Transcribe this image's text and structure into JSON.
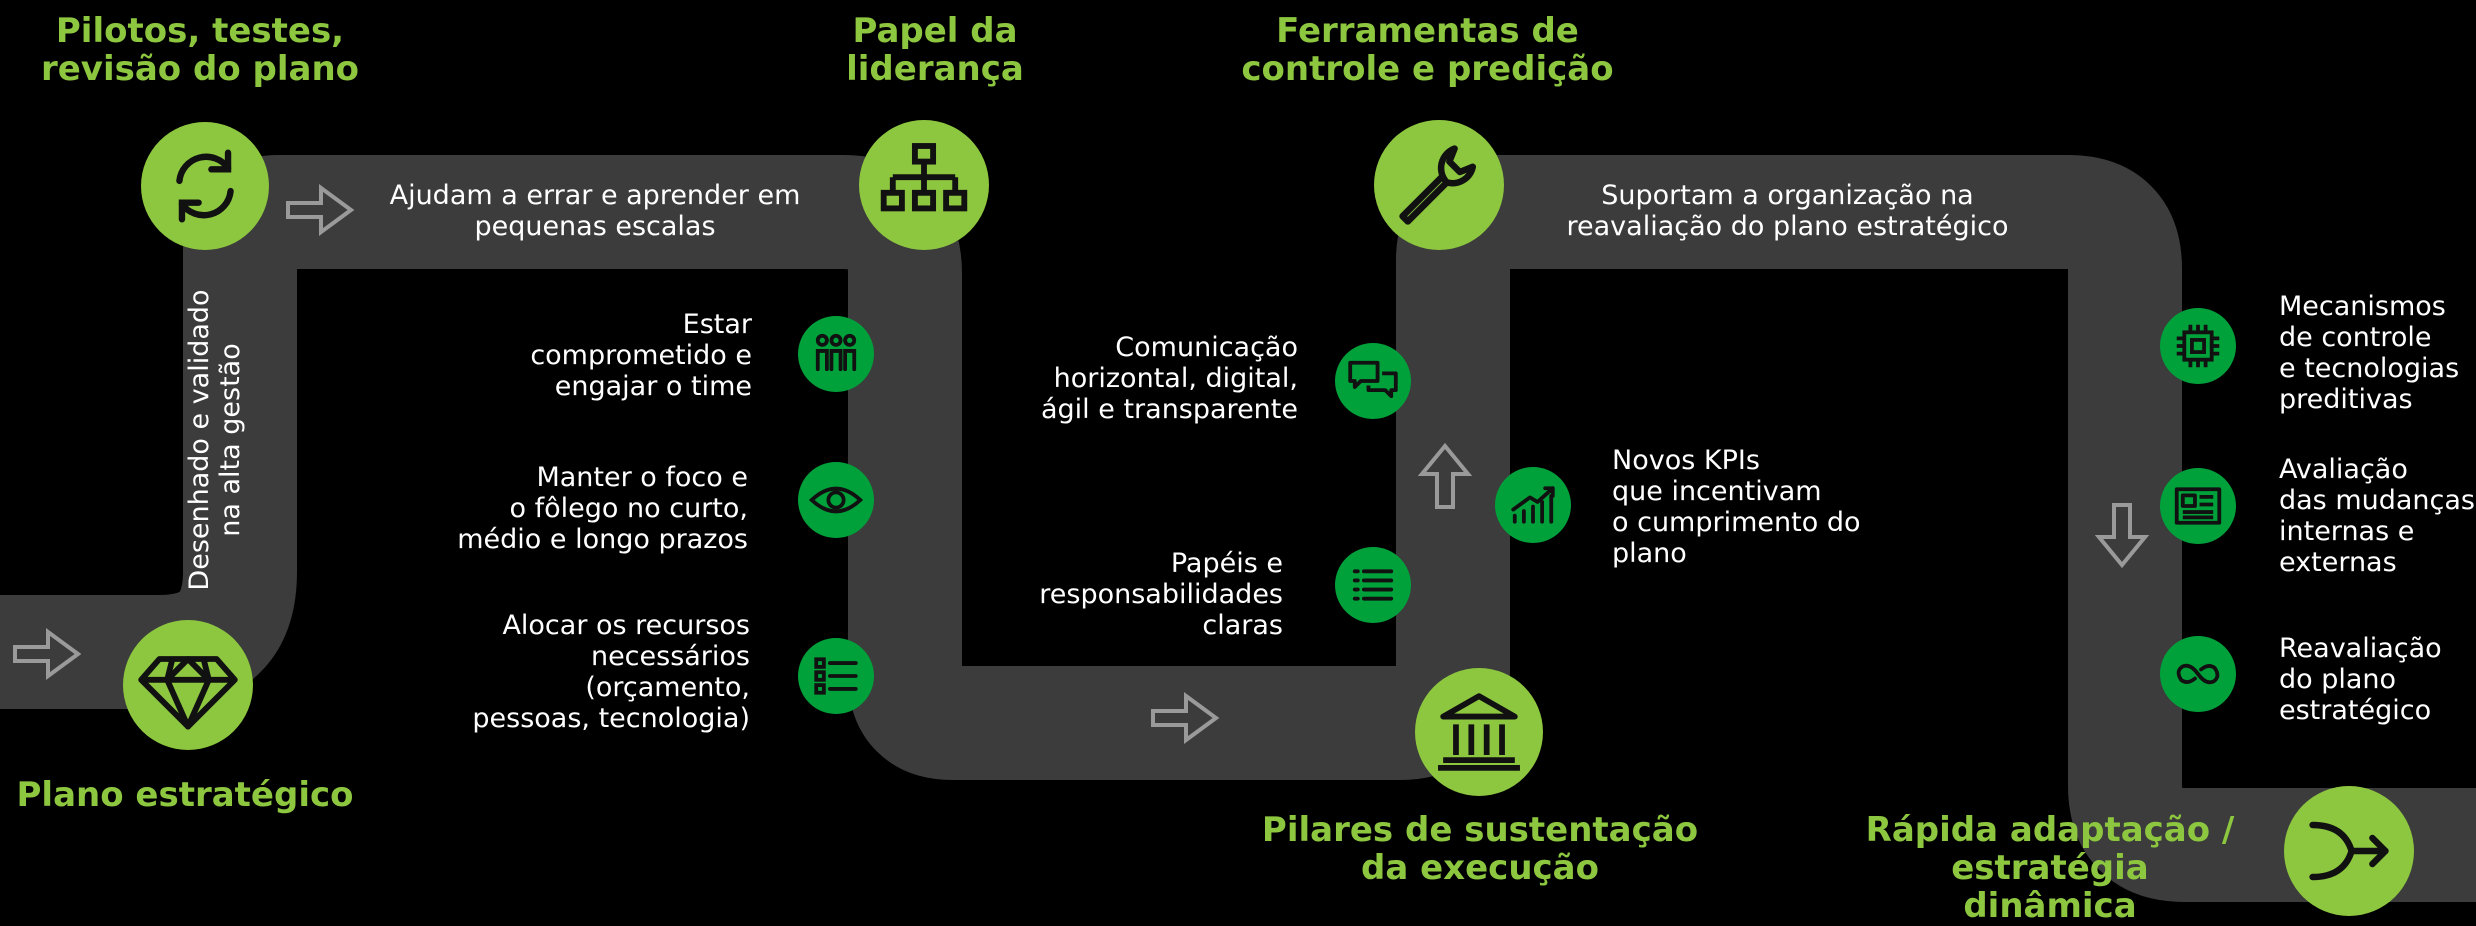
{
  "colors": {
    "road": "#3c3c3c",
    "accent_green": "#8dc63f",
    "icon_green": "#00a13a",
    "arrow": "#9a9a9a",
    "text": "#ffffff"
  },
  "headings": {
    "pilotos": "Pilotos, testes,\nrevisão do plano",
    "papel": "Papel da\nliderança",
    "ferramentas": "Ferramentas de\ncontrole e predição",
    "plano": "Plano estratégico",
    "pilares": "Pilares de sustentação\nda execução",
    "rapida": "Rápida adaptação /\nestratégia dinâmica"
  },
  "road_texts": {
    "vertical": "Desenhado e validado\nna alta gestão",
    "ajudam": "Ajudam a errar e aprender em\npequenas escalas",
    "suportam": "Suportam a organização na\nreavaliação do plano estratégico"
  },
  "items": {
    "comprometido": "Estar\ncomprometido e\nengajar o time",
    "foco": "Manter o foco e\no fôlego no curto,\nmédio e longo prazos",
    "recursos": "Alocar os recursos\nnecessários\n(orçamento,\npessoas, tecnologia)",
    "comunicacao": "Comunicação\nhorizontal, digital,\nágil e transparente",
    "papeis": "Papéis e\nresponsabilidades\nclaras",
    "kpis": "Novos KPIs\nque incentivam\no cumprimento do\nplano",
    "mecanismos": "Mecanismos\nde controle\ne tecnologias\npreditivas",
    "avaliacao": "Avaliação\ndas mudanças\ninternas e\nexternas",
    "reavaliacao": "Reavaliação\ndo plano\nestratégico"
  },
  "icons": {
    "plano": "diamond-icon",
    "pilotos": "refresh-icon",
    "papel": "org-chart-icon",
    "ferramentas": "wrench-icon",
    "pilares": "institution-icon",
    "rapida": "merge-arrow-icon",
    "comprometido": "team-icon",
    "foco": "eye-icon",
    "recursos": "checklist-icon",
    "comunicacao": "chat-bubbles-icon",
    "papeis": "list-icon",
    "kpis": "growth-chart-icon",
    "mecanismos": "processor-chip-icon",
    "avaliacao": "newspaper-icon",
    "reavaliacao": "loop-icon"
  }
}
